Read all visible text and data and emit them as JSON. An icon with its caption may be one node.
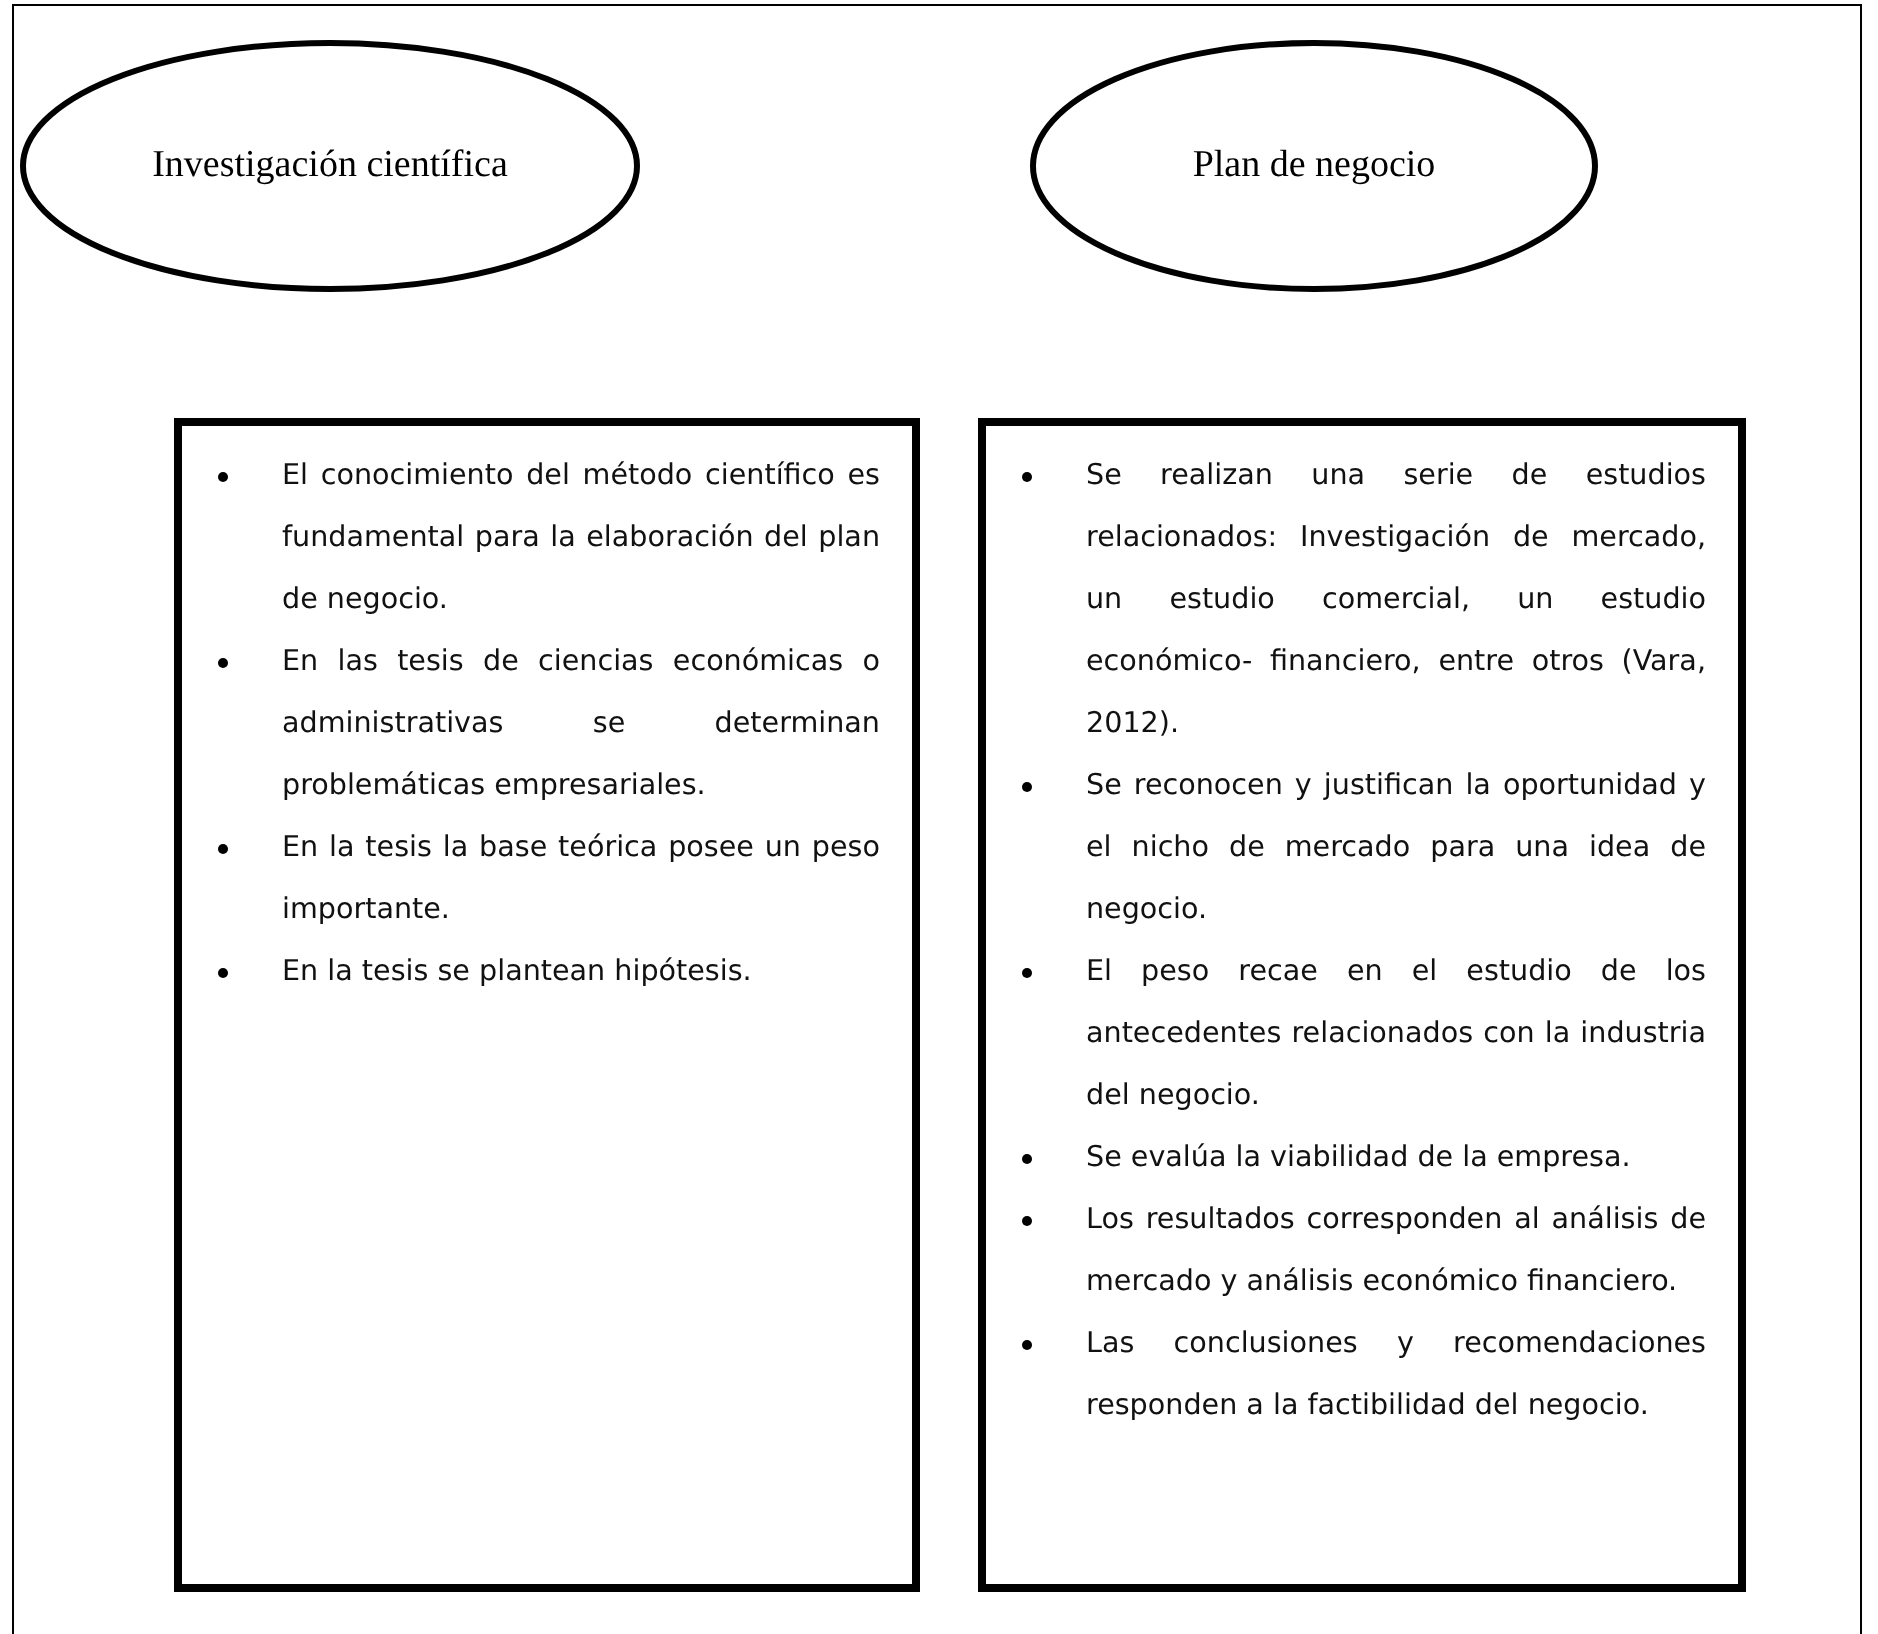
{
  "diagram": {
    "nodes": [
      {
        "text": [
          "Investigación científica"
        ]
      },
      {
        "text": [
          "Plan de negocio"
        ]
      },
      {
        "text": [
          "El conocimiento del método científico es fundamental para la elaboración del plan de negocio.",
          "En las tesis de ciencias económicas o administrativas se determinan problemáticas empresariales.",
          "En la tesis la base teórica posee un peso importante.",
          "En la tesis se plantean hipótesis."
        ]
      },
      {
        "text": [
          "Se realizan una serie de estudios relacionados: Investigación de mercado, un estudio comercial, un estudio económico- financiero, entre otros (Vara, 2012).",
          "Se reconocen y justifican la oportunidad y el nicho de mercado para una idea de negocio.",
          "El peso recae en el estudio de los antecedentes relacionados con la industria del negocio.",
          "Se evalúa la viabilidad de la empresa.",
          "Los resultados corresponden al análisis de mercado y análisis económico financiero.",
          "Las conclusiones y recomendaciones responden a la factibilidad del negocio."
        ]
      }
    ]
  }
}
